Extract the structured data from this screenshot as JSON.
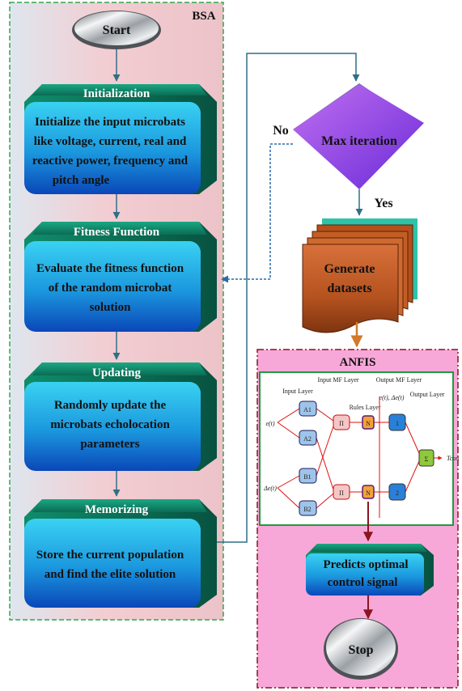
{
  "bsa": {
    "label": "BSA",
    "start": "Start",
    "steps": [
      {
        "title": "Initialization",
        "lines": [
          "Initialize the input microbats",
          "like voltage, current, real and",
          "reactive power, frequency and",
          "pitch angle"
        ]
      },
      {
        "title": "Fitness Function",
        "lines": [
          "Evaluate the fitness function",
          "of the random microbat",
          "solution"
        ]
      },
      {
        "title": "Updating",
        "lines": [
          "Randomly update the",
          "microbats echolocation",
          "parameters"
        ]
      },
      {
        "title": "Memorizing",
        "lines": [
          "Store the current population",
          "and find the elite solution"
        ]
      }
    ]
  },
  "decision": {
    "label": "Max iteration",
    "no": "No",
    "yes": "Yes"
  },
  "datasets": {
    "lines": [
      "Generate",
      "datasets"
    ]
  },
  "anfis": {
    "label": "ANFIS",
    "layers": [
      "Input Layer",
      "Input MF Layer",
      "Rules Layer",
      "Output MF Layer",
      "Output Layer"
    ],
    "inputs": [
      "e(t)",
      "Δe(t)"
    ],
    "mf_nodes": [
      "A1",
      "A2",
      "B1",
      "B2"
    ],
    "rule_nodes": [
      "Π",
      "Π"
    ],
    "norm_nodes": [
      "N",
      "N"
    ],
    "out_nodes": [
      "1",
      "2"
    ],
    "sum_node": "Σ",
    "output": "Tcon",
    "feedback": "e(t), Δe(t)",
    "predict": [
      "Predicts optimal",
      "control signal"
    ],
    "stop": "Stop"
  }
}
